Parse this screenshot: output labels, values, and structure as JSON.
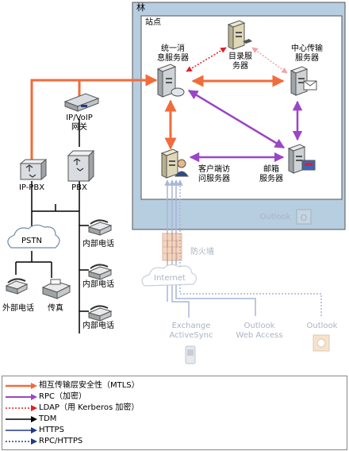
{
  "forest": {
    "label": "林"
  },
  "site": {
    "label": "站点"
  },
  "servers": {
    "um": {
      "line1": "统一消",
      "line2": "息服务器"
    },
    "directory": {
      "line1": "目录服",
      "line2": "务器"
    },
    "hub": {
      "line1": "中心传输",
      "line2": "服务器"
    },
    "cas": {
      "line1": "客户端访",
      "line2": "问服务器"
    },
    "mailbox": {
      "line1": "邮箱",
      "line2": "服务器"
    }
  },
  "telephony": {
    "gateway": {
      "line1": "IP/VoIP",
      "line2": "网关"
    },
    "ippbx": "IP-PBX",
    "pbx": "PBX",
    "pstn": "PSTN",
    "internal_phone": "内部电话",
    "external_phone": "外部电话",
    "fax": "传真"
  },
  "external": {
    "outlook_inside": "Outlook",
    "firewall": "防火墙",
    "internet": "Internet",
    "activesync": {
      "line1": "Exchange",
      "line2": "ActiveSync"
    },
    "owa": {
      "line1": "Outlook",
      "line2": "Web Access"
    },
    "outlook": "Outlook"
  },
  "legend": {
    "items": [
      {
        "label": "相互传输层安全性（MTLS）",
        "color": "#f26b3a",
        "style": "solid"
      },
      {
        "label": "RPC（加密）",
        "color": "#9b45c8",
        "style": "solid"
      },
      {
        "label": "LDAP（用 Kerberos 加密）",
        "color": "#e0202a",
        "style": "dotted"
      },
      {
        "label": "TDM",
        "color": "#000000",
        "style": "solid"
      },
      {
        "label": "HTTPS",
        "color": "#1f3a8a",
        "style": "solid"
      },
      {
        "label": "RPC/HTTPS",
        "color": "#1f3a8a",
        "style": "dotted"
      }
    ]
  },
  "colors": {
    "forest_bg": "#b7cde0",
    "site_bg": "#ffffff",
    "mtls": "#f26b3a",
    "rpc": "#9b45c8",
    "ldap": "#e0202a",
    "tdm": "#000000",
    "https": "#1f3a8a",
    "faded": "#a9b4c2"
  }
}
